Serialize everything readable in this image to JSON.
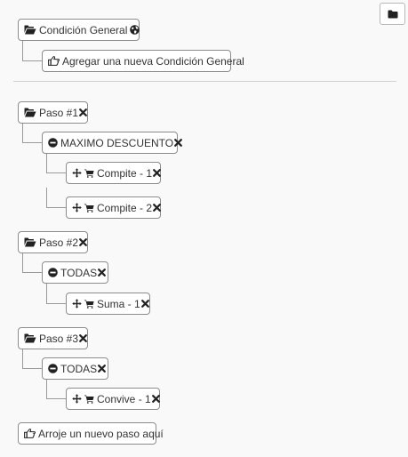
{
  "general": {
    "root_label": "Condición General",
    "add_label": "Agregar una nueva Condición General"
  },
  "steps": [
    {
      "label": "Paso #1",
      "group": "MAXIMO DESCUENTO",
      "rules": [
        "Compite - 1",
        "Compite - 2"
      ]
    },
    {
      "label": "Paso #2",
      "group": "TODAS",
      "rules": [
        "Suma - 1"
      ]
    },
    {
      "label": "Paso #3",
      "group": "TODAS",
      "rules": [
        "Convive - 1"
      ]
    }
  ],
  "drop_label": "Arroje un nuevo paso aquí",
  "icons": {
    "corner": "folder-icon",
    "step": "folder-open-icon",
    "globe": "globe-icon",
    "add": "hand-pointer-icon",
    "group": "minus-circle-icon",
    "move": "move-arrows-icon",
    "cart": "shopping-cart-icon",
    "remove": "close-icon"
  },
  "colors": {
    "background": "#f9f9f9",
    "border": "#8c8c8c",
    "text": "#333333"
  }
}
